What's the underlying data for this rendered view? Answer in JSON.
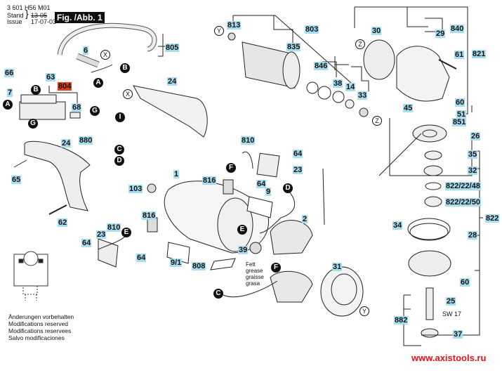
{
  "header": {
    "part_number": "3 601 H56 M01",
    "stand_label": "Stand",
    "issue_label": "Issue",
    "stand_date": "13-05",
    "issue_date": "17-07-03",
    "figure_title": "Fig. /Abb. 1"
  },
  "notes": [
    "Änderungen vorbehalten",
    "Modifications reserved",
    "Modifications reservees",
    "Salvo modificaciones"
  ],
  "grease_note": [
    "Fett",
    "grease",
    "graisse",
    "grasa"
  ],
  "wrench_size": "SW 17",
  "website": "www.axistools.ru",
  "colors": {
    "label_bg": "#a8dcef",
    "highlight_label_bg": "#e0401c",
    "url": "#e0121e"
  },
  "labels": {
    "l805": "805",
    "l6": "6",
    "l66": "66",
    "l63": "63",
    "l804": "804",
    "l7": "7",
    "l68": "68",
    "l24a": "24",
    "l880": "880",
    "l24b": "24",
    "l65": "65",
    "l62": "62",
    "l103": "103",
    "l1": "1",
    "l810a": "810",
    "l64a": "64",
    "l23a": "23",
    "l816a": "816",
    "l64b": "64",
    "l9": "9",
    "l2": "2",
    "l816b": "816",
    "l810b": "810",
    "l23b": "23",
    "l64c": "64",
    "l64d": "64",
    "l9_1": "9/1",
    "l808": "808",
    "l39": "39",
    "l31": "31",
    "l813": "813",
    "l803": "803",
    "l835": "835",
    "l846": "846",
    "l38": "38",
    "l14": "14",
    "l33": "33",
    "l30": "30",
    "l840": "840",
    "l29": "29",
    "l821": "821",
    "l61": "61",
    "l60a": "60",
    "l51": "51",
    "l851": "851",
    "l45": "45",
    "l26": "26",
    "l35": "35",
    "l32": "32",
    "l822_48": "822/22/48",
    "l822_50": "822/22/50",
    "l822": "822",
    "l34": "34",
    "l28": "28",
    "l60b": "60",
    "l25": "25",
    "l882": "882",
    "l37": "37"
  },
  "refs": {
    "A": "A",
    "B": "B",
    "C": "C",
    "D": "D",
    "E": "E",
    "F": "F",
    "G": "G",
    "I": "I",
    "X": "X",
    "Y": "Y",
    "Z": "Z"
  }
}
